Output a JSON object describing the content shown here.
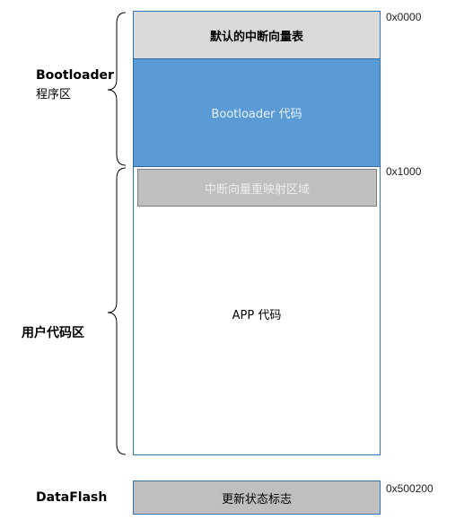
{
  "memory_blocks": {
    "vector_table": "默认的中断向量表",
    "bootloader_code": "Bootloader 代码",
    "remap_area": "中断向量重映射区域",
    "app_code": "APP 代码",
    "update_flag": "更新状态标志"
  },
  "addresses": {
    "a0": "0x0000",
    "a1": "0x1000",
    "a2": "0x500200"
  },
  "regions": {
    "bootloader_title": "Bootloader",
    "bootloader_subtitle": "程序区",
    "user_code": "用户代码区",
    "dataflash": "DataFlash"
  }
}
